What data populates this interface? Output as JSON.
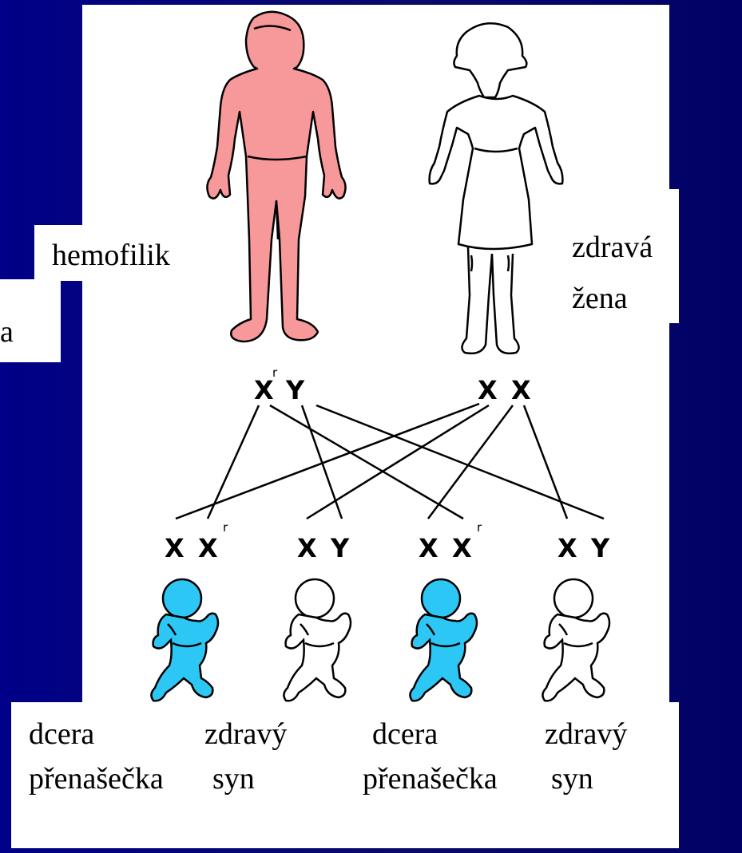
{
  "colors": {
    "background": "#000080",
    "affected_male": "#f7989a",
    "carrier_child": "#2dc7f5",
    "healthy": "#ffffff",
    "outline": "#000000"
  },
  "parents": {
    "father": {
      "label": "hemofilik",
      "genotype": [
        "X",
        "Y"
      ],
      "marker": "r",
      "icon": "male-figure-icon"
    },
    "mother": {
      "label_line1": "zdravá",
      "label_line2": "žena",
      "genotype": [
        "X",
        "X"
      ],
      "icon": "female-figure-icon"
    }
  },
  "partial_label": "a",
  "children": [
    {
      "genotype": [
        "X",
        "X"
      ],
      "marker": "r",
      "label_line1": "dcera",
      "label_line2": "přenašečka",
      "status": "carrier"
    },
    {
      "genotype": [
        "X",
        "Y"
      ],
      "marker": "",
      "label_line1": "zdravý",
      "label_line2": "syn",
      "status": "healthy"
    },
    {
      "genotype": [
        "X",
        "X"
      ],
      "marker": "r",
      "label_line1": "dcera",
      "label_line2": "přenašečka",
      "status": "carrier"
    },
    {
      "genotype": [
        "X",
        "Y"
      ],
      "marker": "",
      "label_line1": "zdravý",
      "label_line2": "syn",
      "status": "healthy"
    }
  ]
}
